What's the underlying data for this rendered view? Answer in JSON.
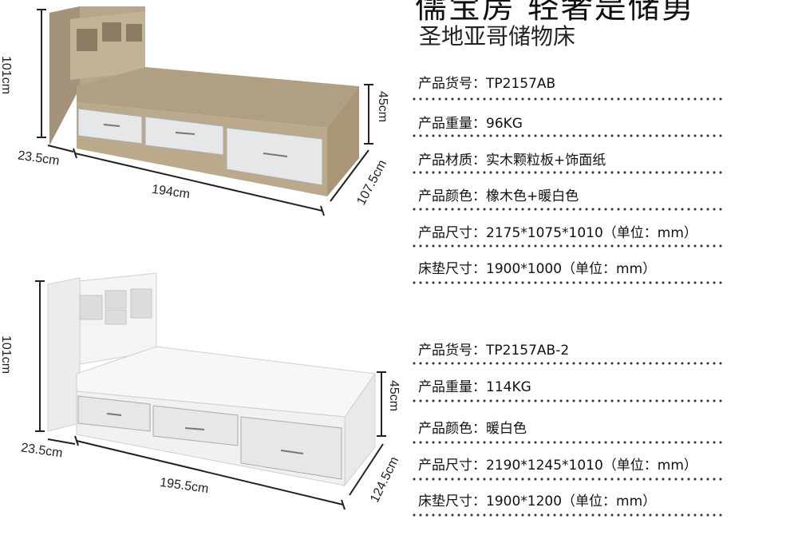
{
  "header": {
    "title": "儒宝房  轻奢是储勇",
    "subtitle": "圣地亚哥储物床"
  },
  "product1": {
    "dims": {
      "height": "101cm",
      "headboard_depth": "23.5cm",
      "length": "194cm",
      "side_height": "45cm",
      "width": "107.5cm"
    },
    "specs": [
      {
        "label": "产品货号：",
        "value": "TP2157AB"
      },
      {
        "label": "产品重量：",
        "value": "96KG"
      },
      {
        "label": "产品材质：",
        "value": "实木颗粒板+饰面纸"
      },
      {
        "label": "产品颜色：",
        "value": "橡木色+暖白色"
      },
      {
        "label": "产品尺寸：",
        "value": "2175*1075*1010（单位：mm）"
      },
      {
        "label": "床垫尺寸：",
        "value": "1900*1000（单位：mm）"
      }
    ]
  },
  "product2": {
    "dims": {
      "height": "101cm",
      "headboard_depth": "23.5cm",
      "length": "195.5cm",
      "side_height": "45cm",
      "width": "124.5cm"
    },
    "specs": [
      {
        "label": "产品货号：",
        "value": "TP2157AB-2"
      },
      {
        "label": "产品重量：",
        "value": "114KG"
      },
      {
        "label": "产品颜色：",
        "value": "暖白色"
      },
      {
        "label": "产品尺寸：",
        "value": "2190*1245*1010（单位：mm）"
      },
      {
        "label": "床垫尺寸：",
        "value": "1900*1200（单位：mm）"
      }
    ]
  },
  "colors": {
    "oak": "#b8a88e",
    "oak_dark": "#8f7f66",
    "white": "#f2f2f2",
    "drawer_white": "#e6e7e8",
    "dots": "#333333"
  }
}
